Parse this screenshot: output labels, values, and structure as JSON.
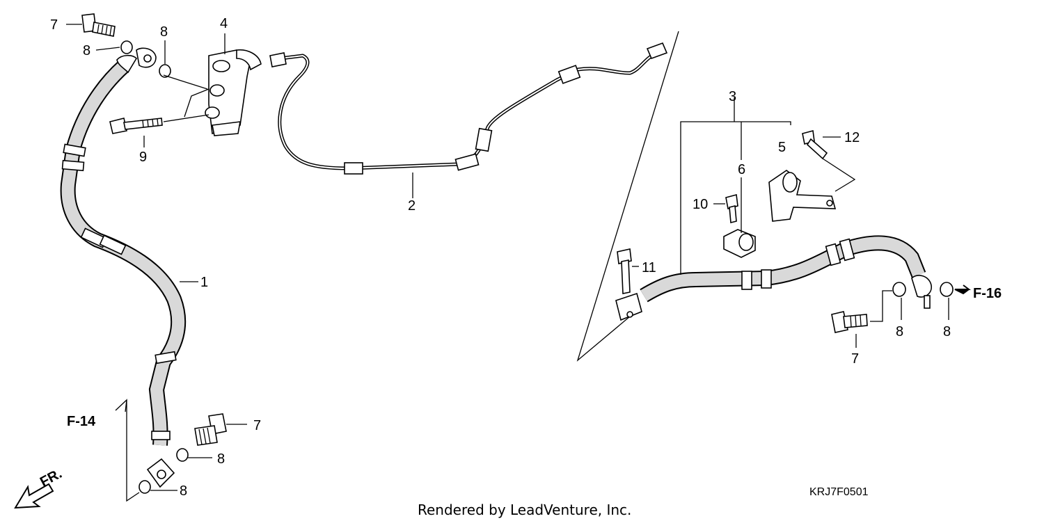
{
  "callouts": {
    "c1": "1",
    "c2": "2",
    "c3": "3",
    "c4": "4",
    "c5": "5",
    "c6": "6",
    "c7a": "7",
    "c7b": "7",
    "c7c": "7",
    "c8a": "8",
    "c8b": "8",
    "c8c": "8",
    "c8d": "8",
    "c8e": "8",
    "c8f": "8",
    "c9": "9",
    "c10": "10",
    "c11": "11",
    "c12": "12"
  },
  "references": {
    "left": "F-14",
    "right": "F-16",
    "front": "FR."
  },
  "diagram_code": "KRJ7F0501",
  "credit": "Rendered by LeadVenture, Inc."
}
